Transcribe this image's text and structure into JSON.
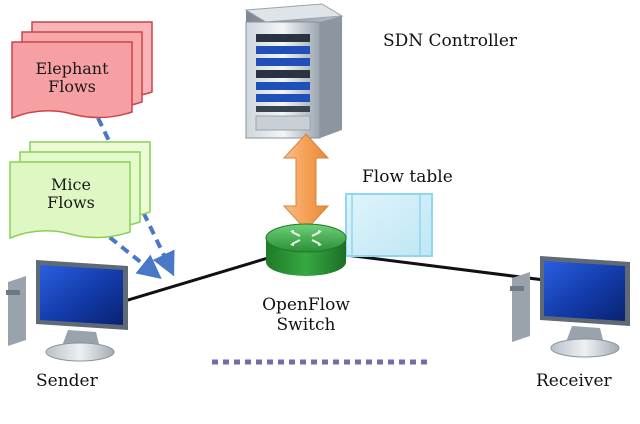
{
  "controller": {
    "label": "SDN Controller",
    "icon": "server-tower-icon"
  },
  "elephant_flows": {
    "line1": "Elephant",
    "line2": "Flows",
    "fill": "#f7a0a4",
    "stroke": "#c9454b"
  },
  "mice_flows": {
    "line1": "Mice",
    "line2": "Flows",
    "fill": "#dff7c2",
    "stroke": "#8ccf55"
  },
  "flow_table": {
    "label": "Flow table",
    "color": "#8fd6ef"
  },
  "switch": {
    "line1": "OpenFlow",
    "line2": "Switch",
    "color": "#2f9f3a"
  },
  "sender": {
    "label": "Sender",
    "icon": "desktop-computer-icon"
  },
  "receiver": {
    "label": "Receiver",
    "icon": "desktop-computer-icon"
  },
  "colors": {
    "arrow_dashed": "#4a78c8",
    "link_line": "#111111",
    "control_arrow": "#f6a25a",
    "dotted_line": "#7a6aa8"
  },
  "caption": ""
}
